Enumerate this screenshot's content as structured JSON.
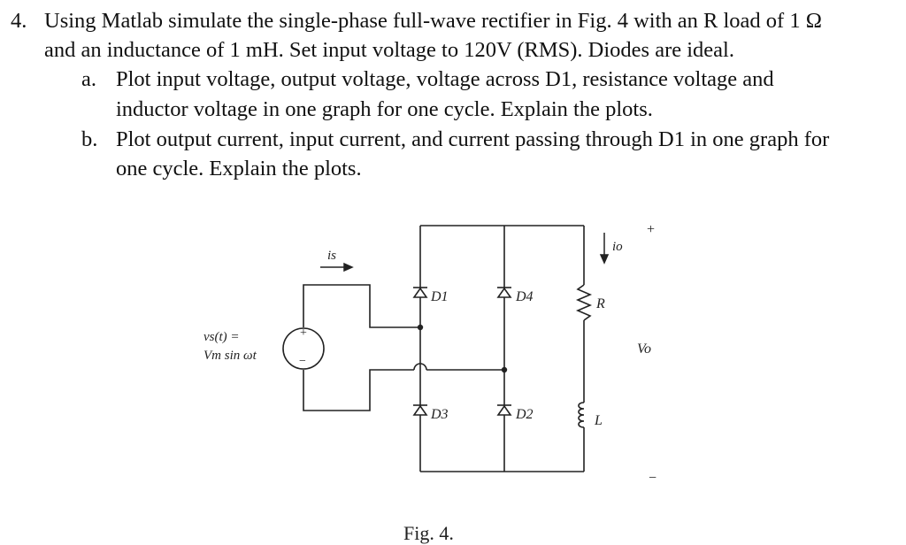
{
  "problem": {
    "number": "4.",
    "line1": "Using Matlab simulate the single-phase full-wave rectifier in Fig. 4 with an R load of 1 Ω",
    "line2": "and an inductance of 1 mH. Set input voltage to 120V (RMS). Diodes are ideal.",
    "parts": [
      {
        "label": "a.",
        "line1": "Plot input voltage, output voltage, voltage across D1, resistance voltage and",
        "line2": "inductor voltage in one graph for one cycle. Explain the plots."
      },
      {
        "label": "b.",
        "line1": "Plot output current, input current, and current passing through D1 in one graph for",
        "line2": "one cycle. Explain the plots."
      }
    ]
  },
  "figure": {
    "caption": "Fig. 4.",
    "source_label_line1": "vs(t) =",
    "source_label_line2": "Vm sin ωt",
    "plus": "+",
    "minus": "−",
    "is_label": "is",
    "io_label": "io",
    "vo_label": "Vo",
    "r_label": "R",
    "l_label": "L",
    "d1": "D1",
    "d2": "D2",
    "d3": "D3",
    "d4": "D4"
  }
}
